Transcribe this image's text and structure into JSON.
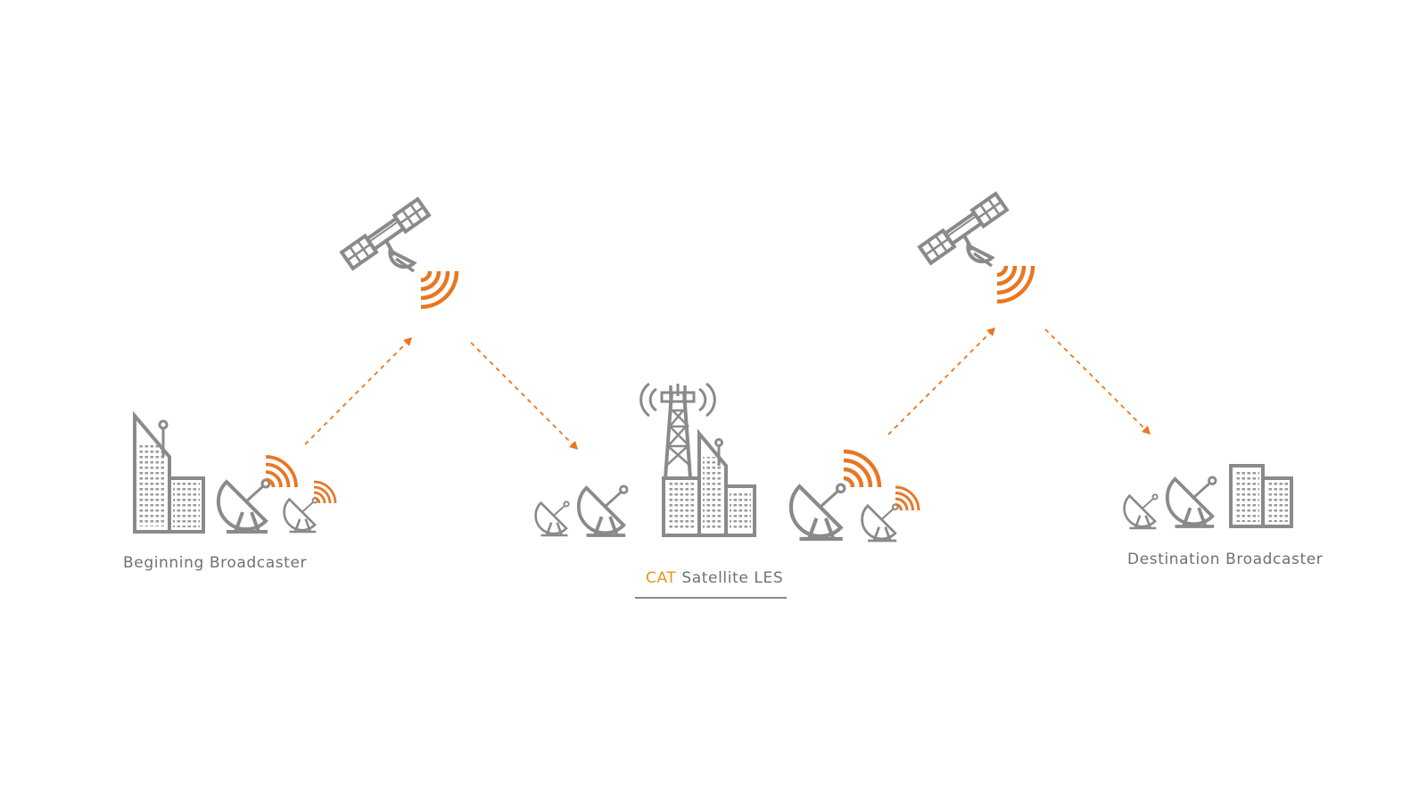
{
  "colors": {
    "line": "#8a8a8a",
    "signal": "#e87722",
    "accent": "#e8961e",
    "text": "#707070",
    "background": "#ffffff"
  },
  "nodes": {
    "beginning": {
      "label": "Beginning Broadcaster"
    },
    "les": {
      "label_accent": "CAT",
      "label_rest": " Satellite LES"
    },
    "destination": {
      "label": "Destination Broadcaster"
    }
  },
  "icons": [
    "satellite-icon",
    "signal-waves-icon",
    "satellite-dish-icon",
    "office-building-icon",
    "transmission-tower-icon",
    "dashed-arrow-icon"
  ]
}
